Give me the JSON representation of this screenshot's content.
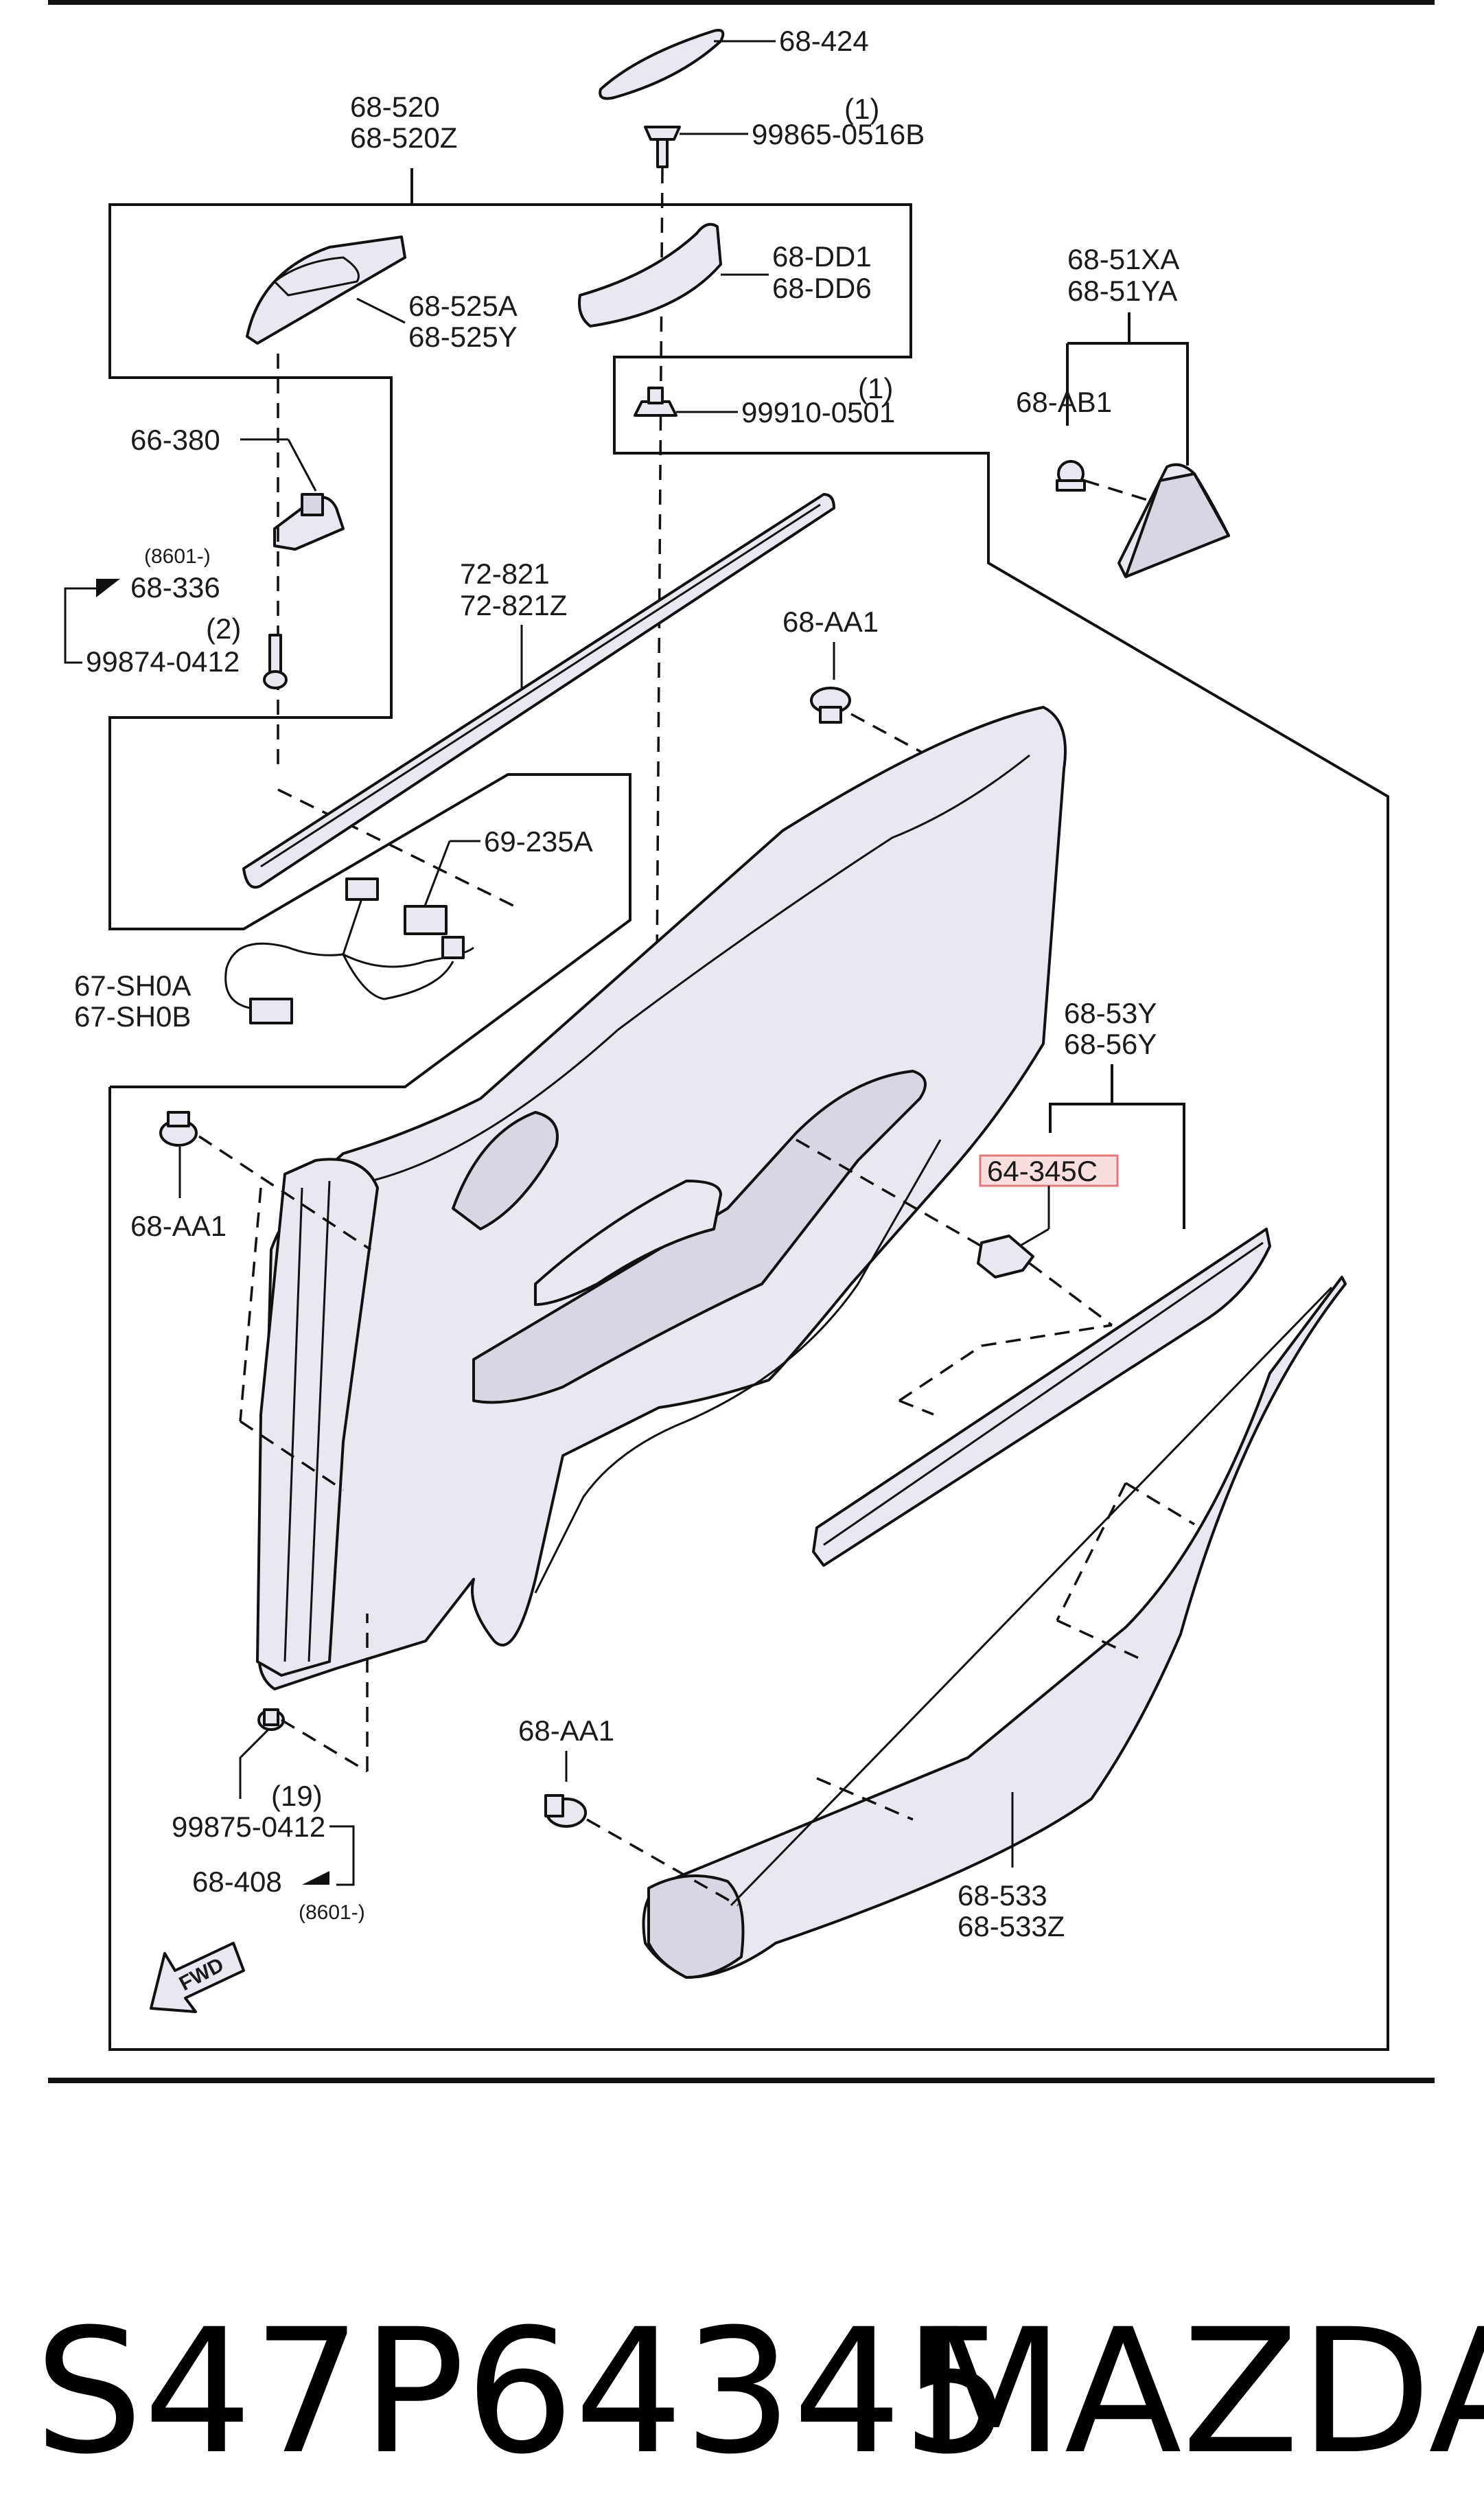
{
  "labels": {
    "p68_424": "68-424",
    "p99865_qty": "(1)",
    "p99865": "99865-0516B",
    "p68_520": "68-520",
    "p68_520z": "68-520Z",
    "p68_525a": "68-525A",
    "p68_525y": "68-525Y",
    "p68_dd1": "68-DD1",
    "p68_dd6": "68-DD6",
    "p99910_qty": "(1)",
    "p99910": "99910-0501",
    "p68_51xa": "68-51XA",
    "p68_51ya": "68-51YA",
    "p68_ab1": "68-AB1",
    "p66_380": "66-380",
    "p8601_a": "(8601-)",
    "p68_336": "68-336",
    "p99874_qty": "(2)",
    "p99874": "99874-0412",
    "p72_821": "72-821",
    "p72_821z": "72-821Z",
    "p68_aa1_top": "68-AA1",
    "p69_235a": "69-235A",
    "p67_sh0a": "67-SH0A",
    "p67_sh0b": "67-SH0B",
    "p68_53y": "68-53Y",
    "p68_56y": "68-56Y",
    "p64_345c": "64-345C",
    "p68_aa1_left": "68-AA1",
    "p99875_qty": "(19)",
    "p99875": "99875-0412",
    "p68_408": "68-408",
    "p8601_b": "(8601-)",
    "p68_aa1_bottom": "68-AA1",
    "p68_533": "68-533",
    "p68_533z": "68-533Z",
    "fwd": "FWD"
  },
  "footer": {
    "part_number": "S47P64345",
    "brand": "MAZDA"
  },
  "colors": {
    "part_fill": "#eae7f0",
    "highlight_fill": "#f8dede",
    "highlight_stroke": "#e07a7a"
  }
}
